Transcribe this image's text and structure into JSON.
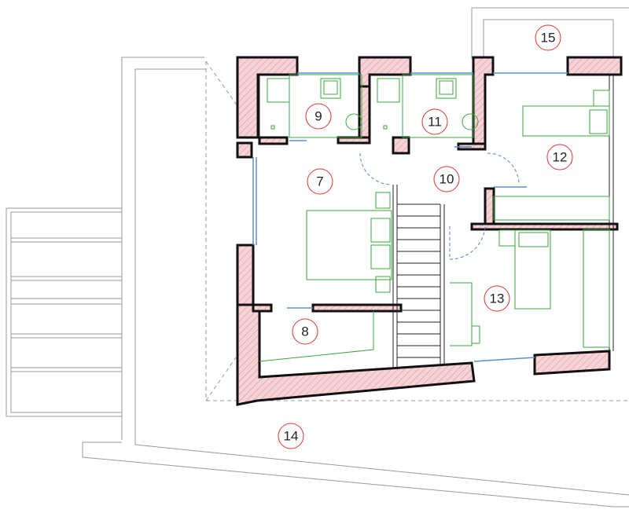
{
  "room_labels": [
    {
      "id": "room-7",
      "label": "7"
    },
    {
      "id": "room-8",
      "label": "8"
    },
    {
      "id": "room-9",
      "label": "9"
    },
    {
      "id": "room-10",
      "label": "10"
    },
    {
      "id": "room-11",
      "label": "11"
    },
    {
      "id": "room-12",
      "label": "12"
    },
    {
      "id": "room-13",
      "label": "13"
    },
    {
      "id": "room-14",
      "label": "14"
    },
    {
      "id": "room-15",
      "label": "15"
    }
  ],
  "colors": {
    "wall_fill": "#f6d3d6",
    "wall_hatch": "#d98a92",
    "furniture": "#3aa63a",
    "glazing": "#5a8fd0",
    "label_circle": "#dd3333"
  }
}
